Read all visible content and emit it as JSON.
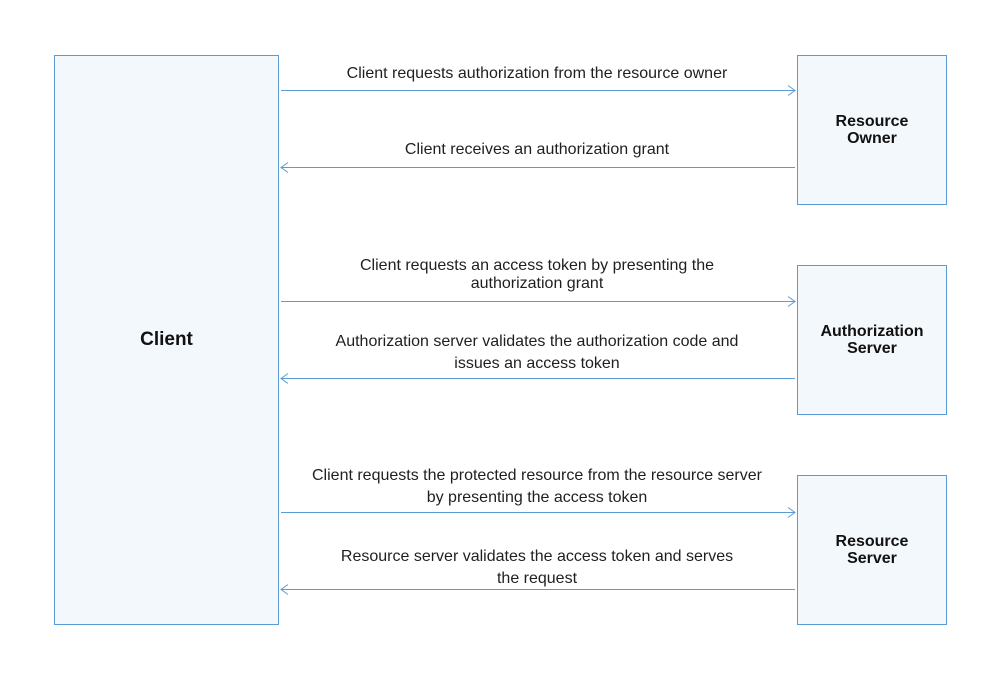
{
  "actors": {
    "client": "Client",
    "resource_owner": "Resource\nOwner",
    "authorization_server": "Authorization\nServer",
    "resource_server": "Resource\nServer"
  },
  "messages": [
    {
      "text": "Client requests authorization from the resource owner",
      "direction": "right"
    },
    {
      "text": "Client receives an authorization grant",
      "direction": "left"
    },
    {
      "text": "Client requests an access token by presenting the\nauthorization grant",
      "direction": "right"
    },
    {
      "text": "Authorization server validates the authorization code and\nissues an access token",
      "direction": "left"
    },
    {
      "text": "Client requests the protected resource from the resource server\nby presenting the access token",
      "direction": "right"
    },
    {
      "text": "Resource server validates the access token and serves\nthe request",
      "direction": "left"
    }
  ],
  "colors": {
    "line": "#5b9bd5",
    "box_fill": "#f3f8fd",
    "text": "#1f1f1f"
  }
}
